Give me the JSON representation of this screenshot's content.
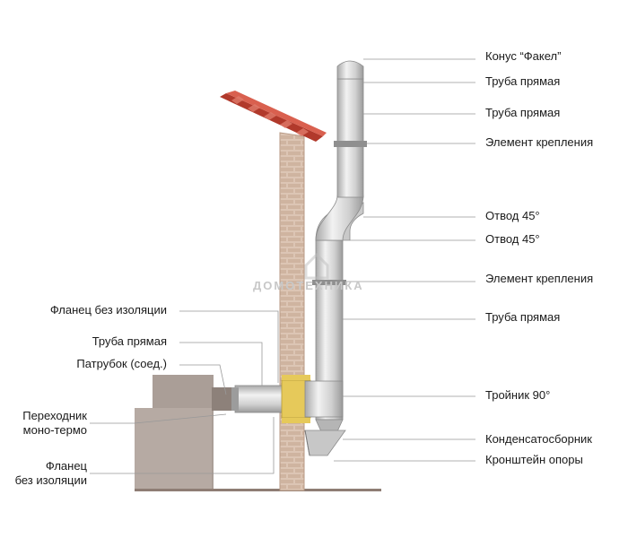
{
  "watermark": "ДОМОТЕХНИКА",
  "labels_right": [
    "Конус “Факел”",
    "Труба прямая",
    "Труба прямая",
    "Элемент крепления",
    "Отвод 45°",
    "Отвод 45°",
    "Элемент крепления",
    "Труба прямая",
    "Тройник 90°",
    "Конденсатосборник",
    "Кронштейн опоры"
  ],
  "labels_left": [
    "Фланец без изоляции",
    "Труба прямая",
    "Патрубок (соед.)",
    "Переходник\nмоно-термо",
    "Фланец\nбез изоляции"
  ],
  "colors": {
    "wall": "#d9c3b2",
    "wall_lines": "#b89a86",
    "roof": "#c0392b",
    "pipe_light": "#e8e8e8",
    "pipe_dark": "#a9a9a9",
    "insulation": "#e8c85a",
    "boiler": "#a79a93",
    "leader": "#888888"
  },
  "icons": [
    "house-logo-icon"
  ]
}
